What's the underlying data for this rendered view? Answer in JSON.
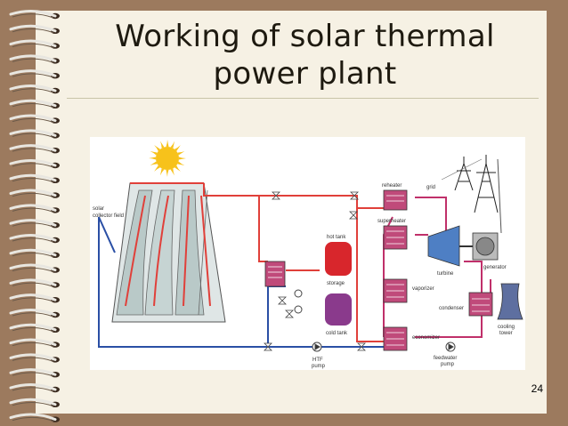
{
  "slide": {
    "title_line1": "Working of solar thermal",
    "title_line2": "power plant",
    "page_number": "24"
  },
  "diagram": {
    "labels": {
      "solar_collector_field_1": "solar",
      "solar_collector_field_2": "collector field",
      "hot_tank": "hot tank",
      "storage": "storage",
      "cold_tank": "cold tank",
      "reheater": "reheater",
      "grid": "grid",
      "superheater": "superheater",
      "turbine": "turbine",
      "generator": "generator",
      "vaporizer": "vaporizer",
      "condenser": "condenser",
      "cooling_tower_1": "cooling",
      "cooling_tower_2": "tower",
      "economizer": "economizer",
      "htf_pump_1": "HTF",
      "htf_pump_2": "pump",
      "feedwater_pump_1": "feedwater",
      "feedwater_pump_2": "pump"
    },
    "colors": {
      "hot_pipe": "#e0403a",
      "cold_pipe": "#2a4fa5",
      "steam_pipe": "#c0306a",
      "hot_tank": "#d8262c",
      "cold_tank": "#8a3a8c",
      "exchanger": "#c04a7a",
      "turbine": "#4e7fc4",
      "sun": "#f7c21b"
    }
  }
}
